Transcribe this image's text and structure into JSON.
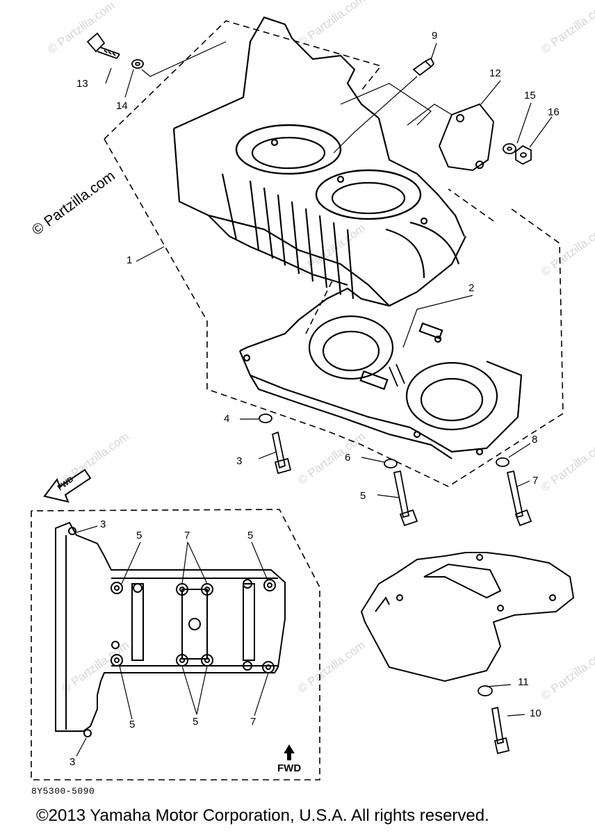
{
  "diagram": {
    "watermark": "© Partzilla.com",
    "part_code": "8Y5300-5090",
    "copyright": "©2013 Yamaha Motor Corporation, U.S.A. All rights reserved.",
    "fwd_label": "FWD",
    "callouts": [
      "1",
      "2",
      "3",
      "4",
      "5",
      "6",
      "7",
      "8",
      "9",
      "10",
      "11",
      "12",
      "13",
      "14",
      "15",
      "16"
    ],
    "inset_callouts": [
      "3",
      "5",
      "5",
      "7",
      "5",
      "5",
      "7",
      "3"
    ]
  }
}
